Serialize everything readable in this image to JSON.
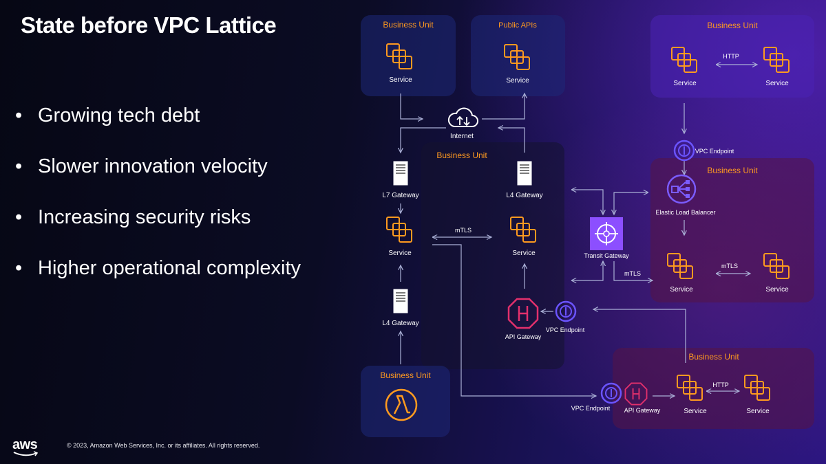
{
  "slide": {
    "title": "State before VPC Lattice",
    "bullets": [
      "Growing tech debt",
      "Slower innovation velocity",
      "Increasing security risks",
      "Higher operational complexity"
    ],
    "footer": {
      "logo_text": "aws",
      "copyright": "© 2023, Amazon Web Services, Inc. or its affiliates. All rights reserved."
    }
  },
  "diagram": {
    "colors": {
      "accent": "#ff9a1f",
      "api_gateway": "#e3306c",
      "endpoint": "#6b54ff",
      "transit": "#8c4fff",
      "arrow": "#aab0d6"
    },
    "business_unit_label": "Business Unit",
    "public_apis_label": "Public APIs",
    "internet_label": "Internet",
    "service_label": "Service",
    "l7_gateway_label": "L7 Gateway",
    "l4_gateway_label": "L4 Gateway",
    "mtls_label": "mTLS",
    "http_label": "HTTP",
    "transit_gateway_label": "Transit Gateway",
    "vpc_endpoint_label": "VPC Endpoint",
    "api_gateway_label": "API Gateway",
    "elb_label": "Elastic Load Balancer"
  }
}
